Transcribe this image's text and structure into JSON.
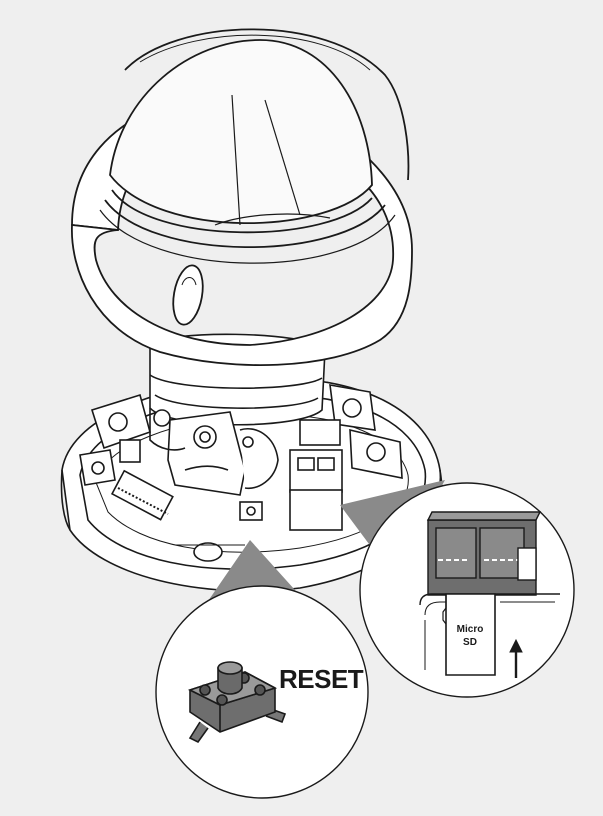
{
  "callouts": {
    "reset": {
      "label": "RESET"
    },
    "microsd": {
      "label_line1": "Micro",
      "label_line2": "SD"
    }
  },
  "icons": [
    "dome-camera-illustration",
    "reset-button-icon",
    "microsd-card-icon",
    "arrow-up-icon"
  ]
}
